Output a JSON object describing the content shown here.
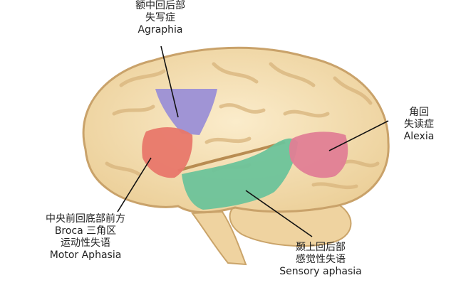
{
  "labels": {
    "agraphia": [
      "额中回后部",
      "失写症",
      "Agraphia"
    ],
    "alexia": [
      "角回",
      "失读症",
      "Alexia"
    ],
    "motor": [
      "中央前回底部前方",
      "Broca 三角区",
      "运动性失语",
      "Motor Aphasia"
    ],
    "sensory": [
      "颞上回后部",
      "感觉性失语",
      "Sensory aphasia"
    ]
  },
  "colors": {
    "cortex": "#f6e2b6",
    "cortex_shadow": "#e2c08a",
    "agraphia_region": "#9b8fd6",
    "motor_region": "#e8776a",
    "sensory_region": "#6cc39a",
    "alexia_region": "#e07e95",
    "leader_line": "#111111"
  }
}
